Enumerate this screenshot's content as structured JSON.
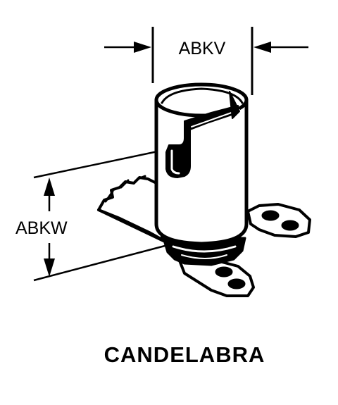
{
  "diagram": {
    "dimension_width_label": "ABKV",
    "dimension_height_label": "ABKW",
    "caption": "CANDELABRA"
  }
}
